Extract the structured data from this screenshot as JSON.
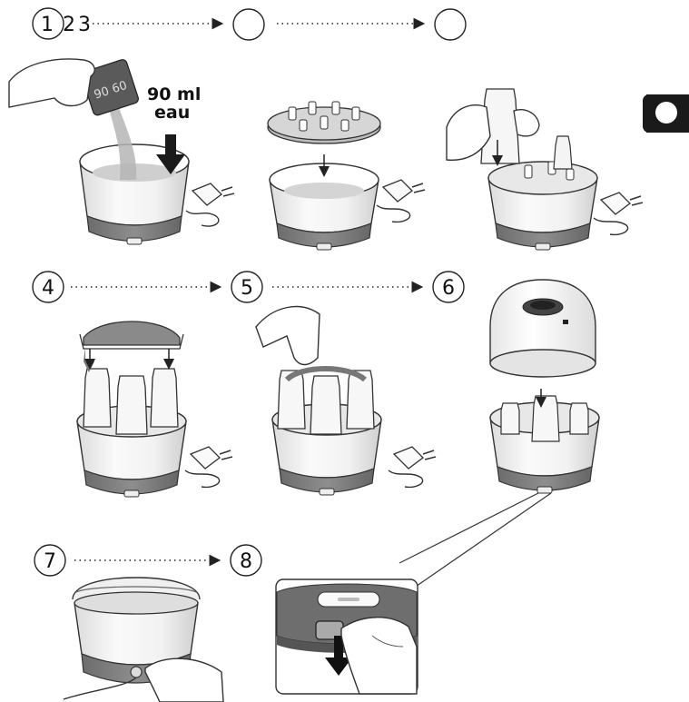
{
  "steps": [
    {
      "label": "1"
    },
    {
      "label": "2"
    },
    {
      "label": "3"
    },
    {
      "label": ""
    },
    {
      "label": ""
    },
    {
      "label": "4"
    },
    {
      "label": "5"
    },
    {
      "label": "6"
    },
    {
      "label": "7"
    },
    {
      "label": "8"
    }
  ],
  "annotation": {
    "line1": "90 ml",
    "line2": "eau"
  },
  "cup_text": "90 60",
  "colors": {
    "ink": "#111111",
    "base_dark": "#7d7d7d",
    "body_light": "#f4f4f4",
    "tab_black": "#1a1a1a"
  }
}
